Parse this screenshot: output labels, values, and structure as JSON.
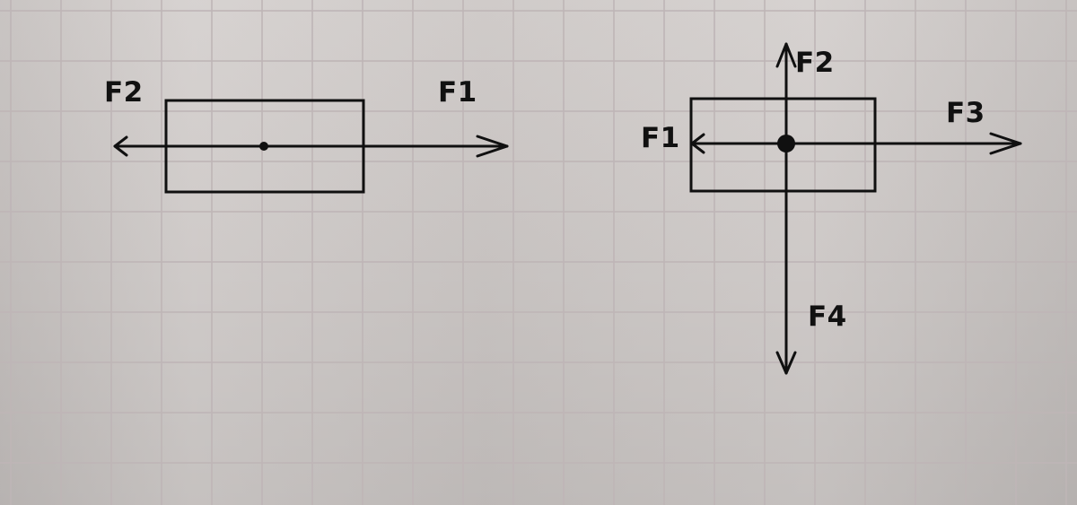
{
  "diagram_left": {
    "labels": {
      "f2": "F2",
      "f1": "F1"
    }
  },
  "diagram_right": {
    "labels": {
      "f2": "F2",
      "f1": "F1",
      "f3": "F3",
      "f4": "F4"
    }
  },
  "colors": {
    "paper": "#d1ccca",
    "grid": "#bfb6b7",
    "ink": "#101010"
  }
}
